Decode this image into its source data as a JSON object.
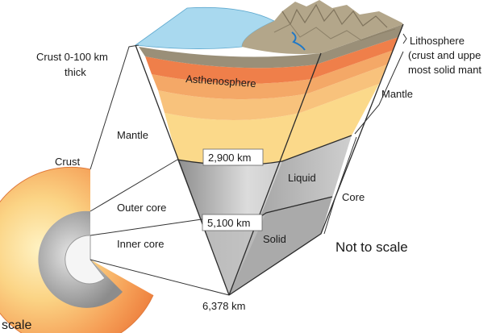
{
  "labels": {
    "crust_thickness": [
      "Crust 0-100 km",
      "thick"
    ],
    "lithosphere": [
      "Lithosphere",
      "(crust and uppe",
      "most solid mant"
    ],
    "asthenosphere": "Asthenosphere",
    "mantle_right": "Mantle",
    "mantle_left": "Mantle",
    "crust": "Crust",
    "depth_2900": "2,900 km",
    "liquid": "Liquid",
    "core": "Core",
    "outer_core": "Outer core",
    "depth_5100": "5,100 km",
    "inner_core": "Inner core",
    "solid": "Solid",
    "not_to_scale": "Not to scale",
    "depth_6378": "6,378 km",
    "scale": "scale"
  },
  "colors": {
    "ocean": "#a9d9ef",
    "crust_land": "#b3a68a",
    "lithosphere_band": "#9a8f78",
    "asthenosphere": "#ef7f4a",
    "mantle_upper": "#f4a867",
    "mantle_mid": "#f8c27c",
    "mantle_lower": "#fbd98a",
    "outer_core": "#c9c9c9",
    "inner_core": "#b2b2b2",
    "side_face": "#a8a8a8"
  }
}
